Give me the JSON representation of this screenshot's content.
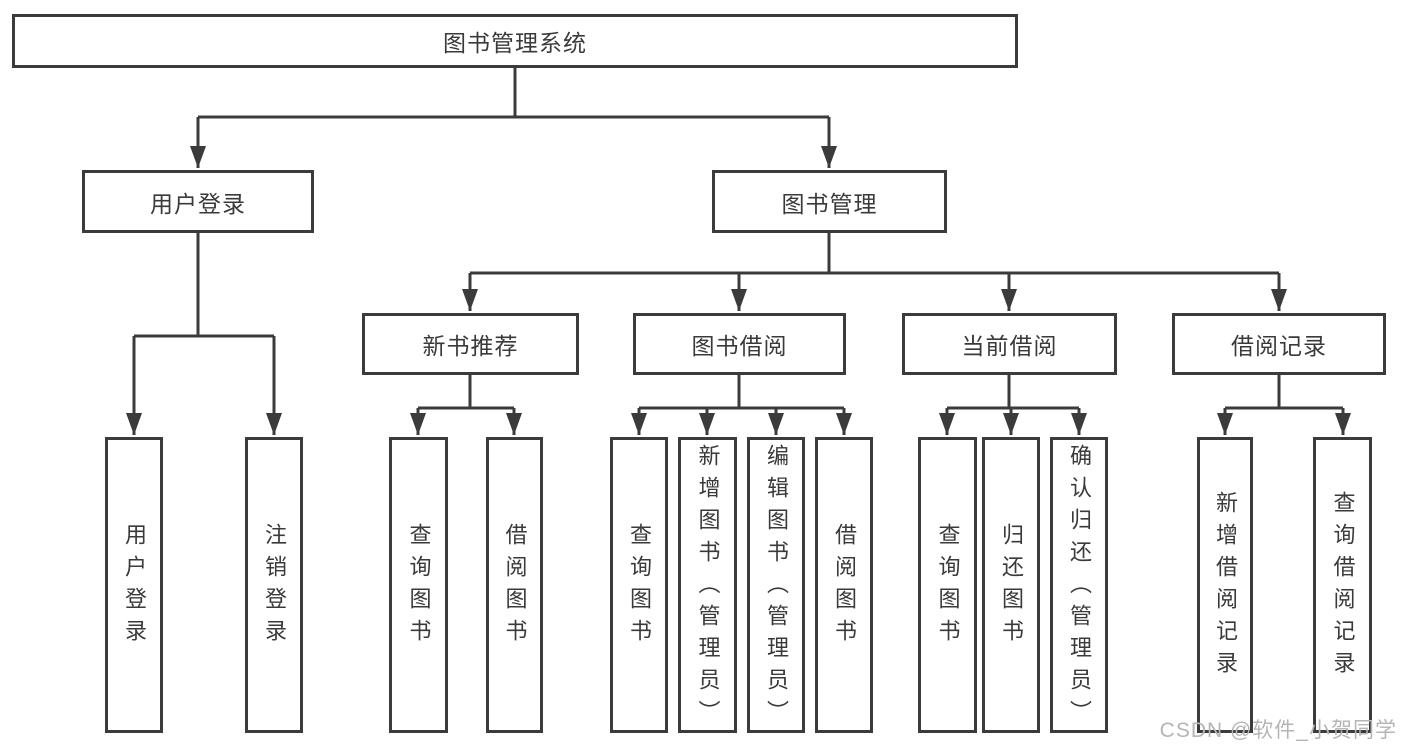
{
  "title": "图书管理系统",
  "watermark": "CSDN @软件_小贺同学",
  "colors": {
    "line": "#3b3b3b",
    "box_border": "#3b3b3b",
    "text": "#3a3a3a",
    "watermark": "#b5b5b5",
    "background": "#ffffff"
  },
  "tree": {
    "label": "图书管理系统",
    "children": [
      {
        "label": "用户登录",
        "children": [
          {
            "label": "用户登录"
          },
          {
            "label": "注销登录"
          }
        ]
      },
      {
        "label": "图书管理",
        "children": [
          {
            "label": "新书推荐",
            "children": [
              {
                "label": "查询图书"
              },
              {
                "label": "借阅图书"
              }
            ]
          },
          {
            "label": "图书借阅",
            "children": [
              {
                "label": "查询图书"
              },
              {
                "label": "新增图书（管理员）"
              },
              {
                "label": "编辑图书（管理员）"
              },
              {
                "label": "借阅图书"
              }
            ]
          },
          {
            "label": "当前借阅",
            "children": [
              {
                "label": "查询图书"
              },
              {
                "label": "归还图书"
              },
              {
                "label": "确认归还（管理员）"
              }
            ]
          },
          {
            "label": "借阅记录",
            "children": [
              {
                "label": "新增借阅记录"
              },
              {
                "label": "查询借阅记录"
              }
            ]
          }
        ]
      }
    ]
  }
}
